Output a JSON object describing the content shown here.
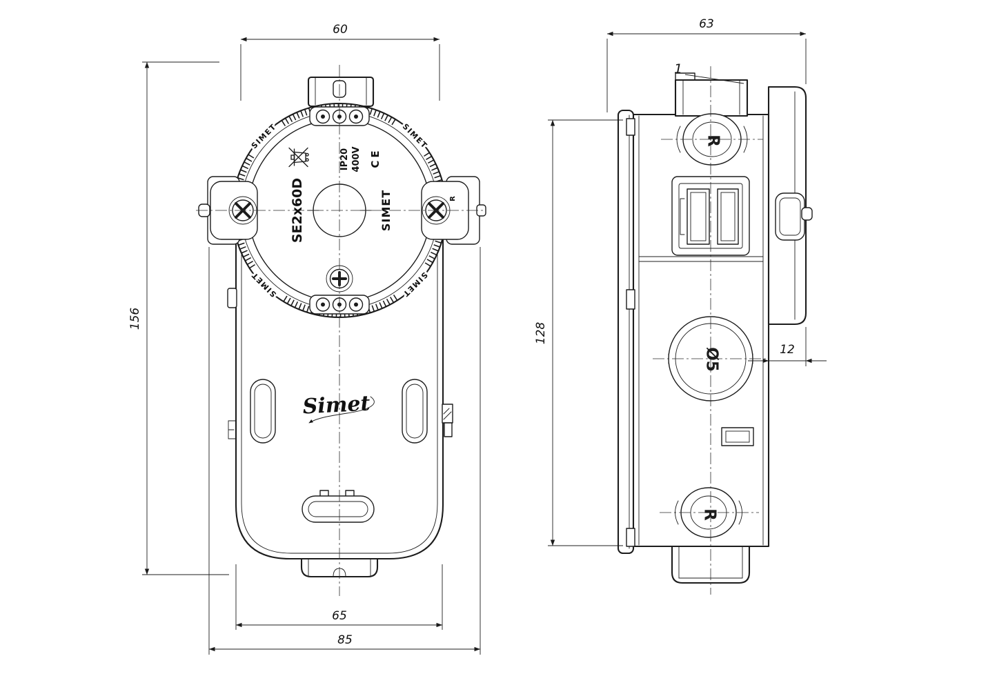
{
  "front_view": {
    "rim_brand": "SIMET",
    "model": "SE2x60D",
    "ip_rating": "IP20",
    "voltage": "400V",
    "ce_mark": "CE",
    "brand_vertical": "SIMET",
    "logo_script": "Simet",
    "ear_mark": "R",
    "dims": {
      "top_width": "60",
      "height": "156",
      "body_width": "65",
      "overall_width": "85"
    }
  },
  "side_view": {
    "callout": "1",
    "knockout_top_mark": "R",
    "knockout_mid_mark": "Ø5",
    "knockout_bottom_mark": "R",
    "dims": {
      "depth": "63",
      "height": "128",
      "flange_depth": "12"
    }
  }
}
